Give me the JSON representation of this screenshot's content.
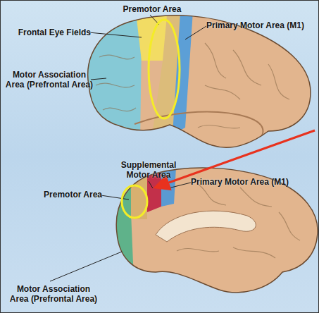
{
  "diagram": {
    "labels": [
      "Premotor Area",
      "Frontal Eye Fields",
      "Primary Motor Area (M1)",
      "Motor Association Area (Prefrontal Area)",
      "Supplemental Motor Area",
      "Primary Motor Area (M1)",
      "Premotor Area",
      "Motor Association Area (Prefrontal Area)"
    ]
  }
}
